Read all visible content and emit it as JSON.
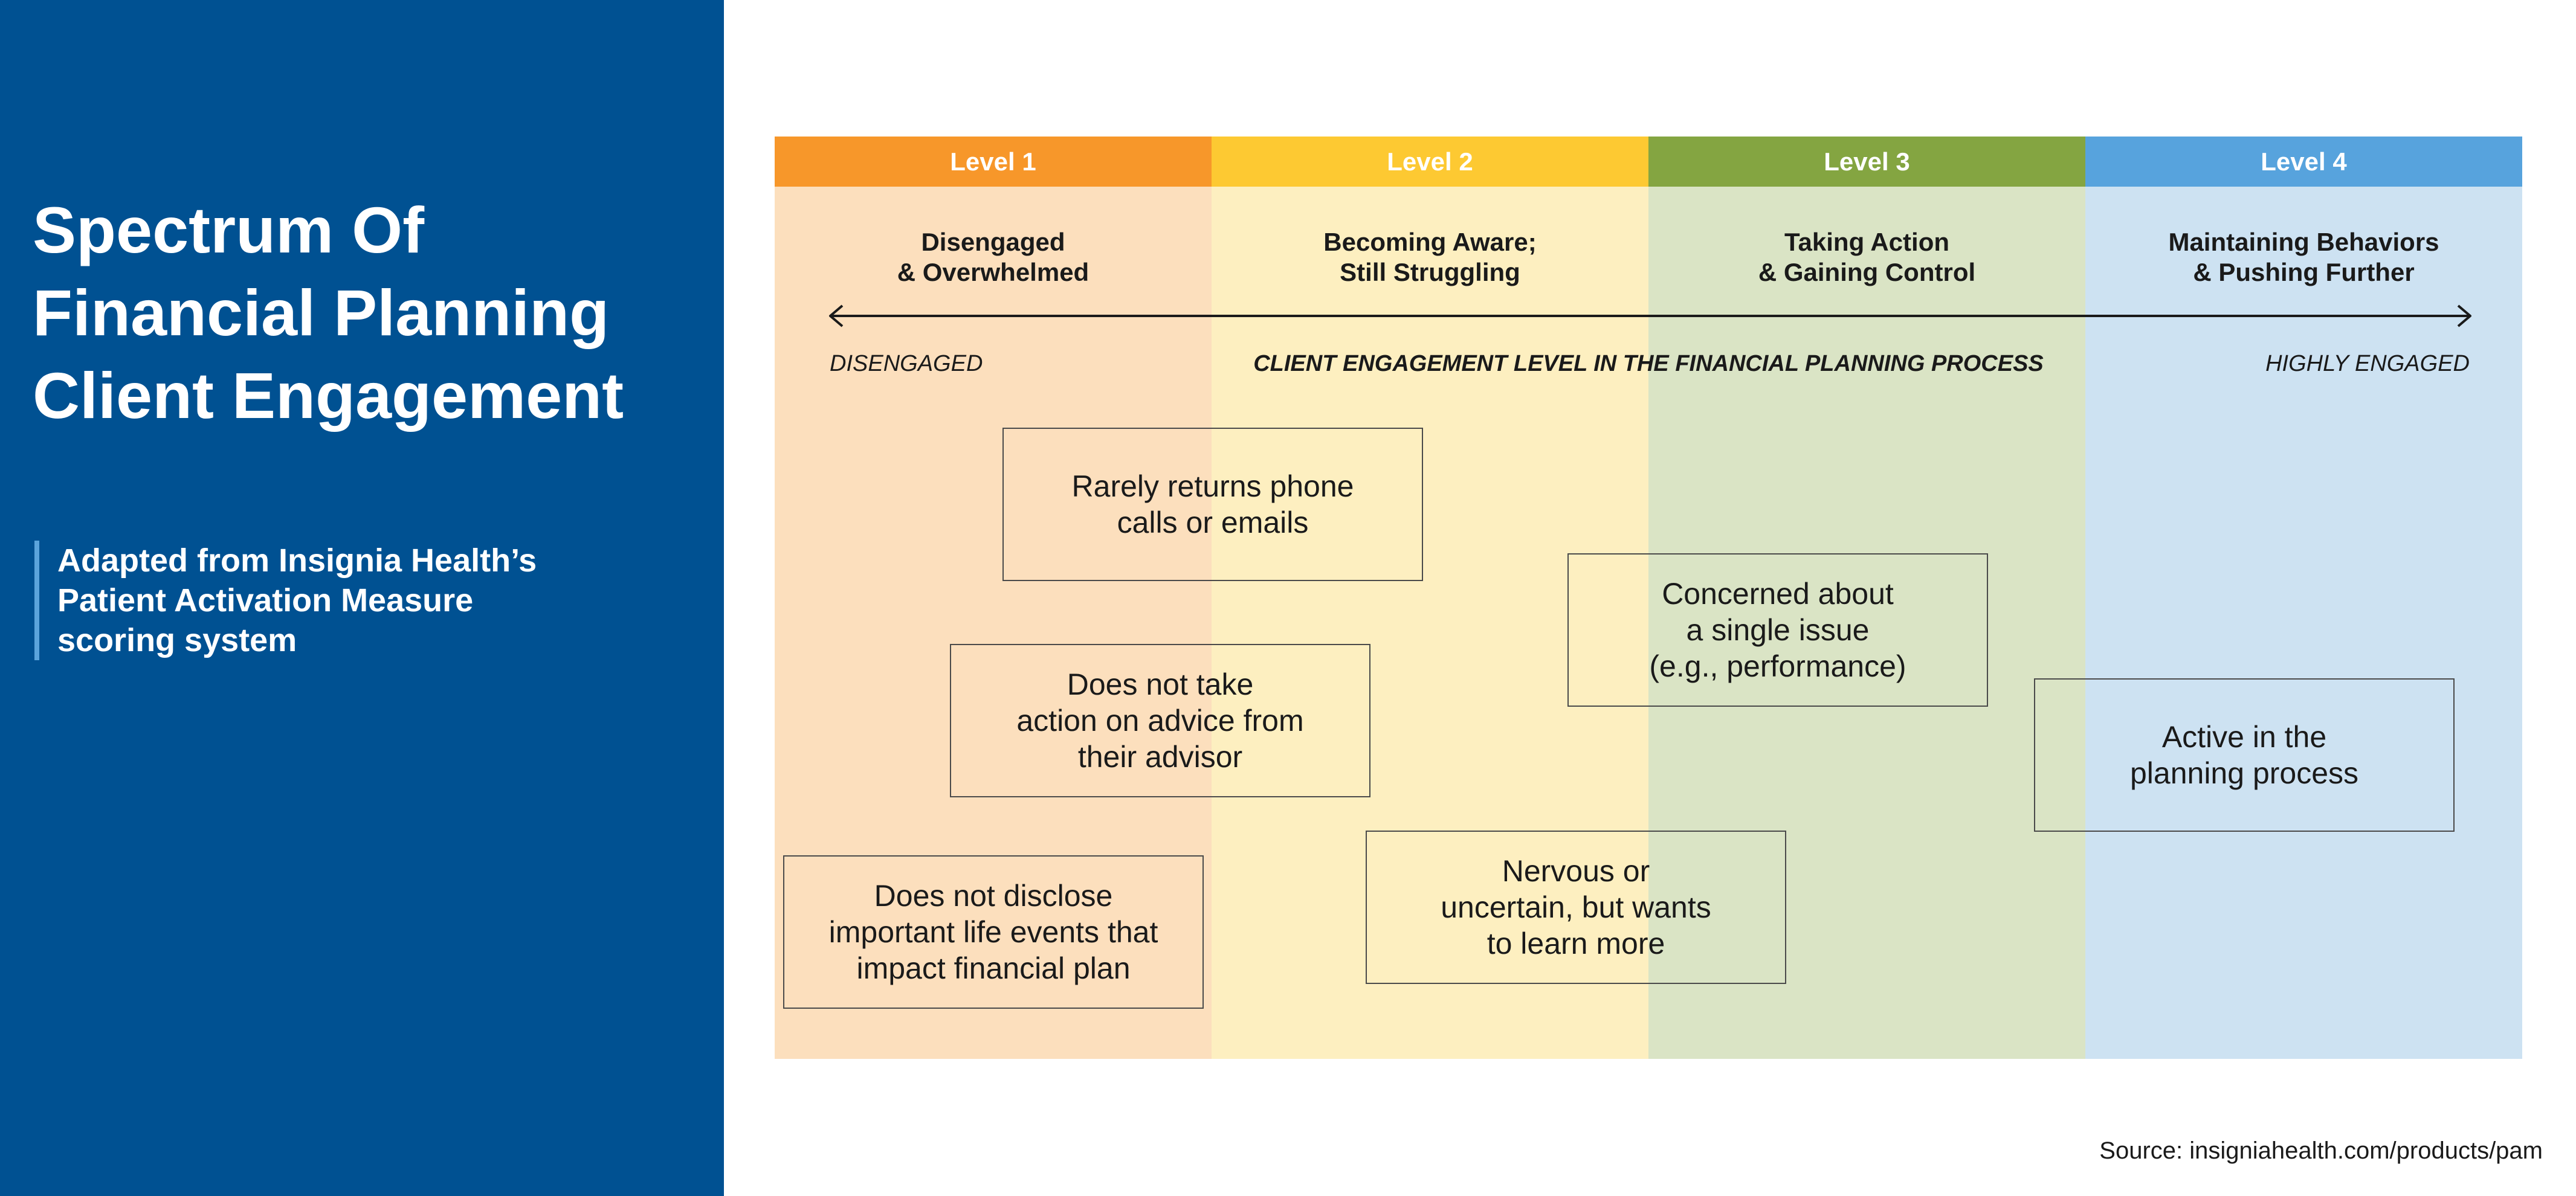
{
  "sidebar": {
    "title_lines": [
      "Spectrum Of",
      "Financial Planning",
      "Client Engagement"
    ],
    "subtitle_lines": [
      "Adapted from Insignia Health’s",
      "Patient Activation Measure",
      "scoring system"
    ],
    "background_color": "#005192",
    "accent_color": "#5ba4dc"
  },
  "levels": [
    {
      "label": "Level 1",
      "desc_lines": [
        "Disengaged",
        "& Overwhelmed"
      ],
      "header_color": "#f7972a",
      "band_color": "#fcdfbd"
    },
    {
      "label": "Level 2",
      "desc_lines": [
        "Becoming Aware;",
        "Still Struggling"
      ],
      "header_color": "#fdc932",
      "band_color": "#fdefc0"
    },
    {
      "label": "Level 3",
      "desc_lines": [
        "Taking Action",
        "& Gaining Control"
      ],
      "header_color": "#84a541",
      "band_color": "#dae4c5"
    },
    {
      "label": "Level 4",
      "desc_lines": [
        "Maintaining Behaviors",
        "& Pushing Further"
      ],
      "header_color": "#57a3dd",
      "band_color": "#cde2f2"
    }
  ],
  "scale": {
    "left": "DISENGAGED",
    "center": "CLIENT ENGAGEMENT LEVEL IN THE FINANCIAL PLANNING PROCESS",
    "right": "HIGHLY ENGAGED"
  },
  "behaviors": [
    {
      "lines": [
        "Rarely returns phone",
        "calls or emails"
      ]
    },
    {
      "lines": [
        "Does not take",
        "action on advice from",
        "their advisor"
      ]
    },
    {
      "lines": [
        "Does not disclose",
        "important life events that",
        "impact financial plan"
      ]
    },
    {
      "lines": [
        "Concerned about",
        "a single issue",
        "(e.g., performance)"
      ]
    },
    {
      "lines": [
        "Nervous or",
        "uncertain, but wants",
        "to learn more"
      ]
    },
    {
      "lines": [
        "Active in the",
        "planning process"
      ]
    }
  ],
  "source": "Source: insigniahealth.com/products/pam"
}
